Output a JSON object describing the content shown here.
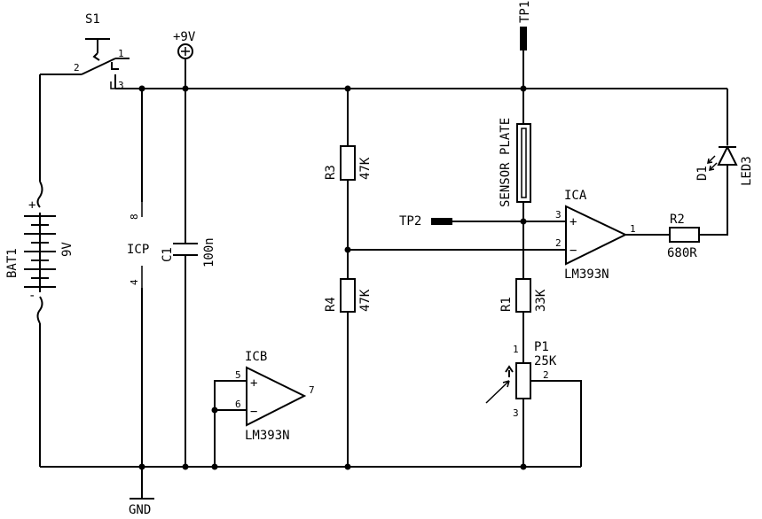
{
  "components": {
    "switch": {
      "ref": "S1",
      "pin1": "1",
      "pin2": "2",
      "pin3": "3"
    },
    "supply": {
      "label": "+9V"
    },
    "ground": {
      "label": "GND"
    },
    "battery": {
      "ref": "BAT1",
      "value": "9V",
      "plus": "+",
      "minus": "-"
    },
    "ic_power": {
      "ref": "ICP",
      "pin8": "8",
      "pin4": "4"
    },
    "c1": {
      "ref": "C1",
      "value": "100n"
    },
    "r3": {
      "ref": "R3",
      "value": "47K"
    },
    "r4": {
      "ref": "R4",
      "value": "47K"
    },
    "r1": {
      "ref": "R1",
      "value": "33K"
    },
    "r2": {
      "ref": "R2",
      "value": "680R"
    },
    "p1": {
      "ref": "P1",
      "value": "25K",
      "pin1": "1",
      "pin2": "2",
      "pin3": "3"
    },
    "sensor": {
      "label": "SENSOR PLATE"
    },
    "tp1": {
      "label": "TP1"
    },
    "tp2": {
      "label": "TP2"
    },
    "led": {
      "ref": "D1",
      "value": "LED3"
    },
    "ica": {
      "ref": "ICA",
      "part": "LM393N",
      "pin_plus": "3",
      "pin_minus": "2",
      "pin_out": "1",
      "plus_sign": "+",
      "minus_sign": "−"
    },
    "icb": {
      "ref": "ICB",
      "part": "LM393N",
      "pin_plus": "5",
      "pin_minus": "6",
      "pin_out": "7",
      "plus_sign": "+",
      "minus_sign": "−"
    }
  }
}
